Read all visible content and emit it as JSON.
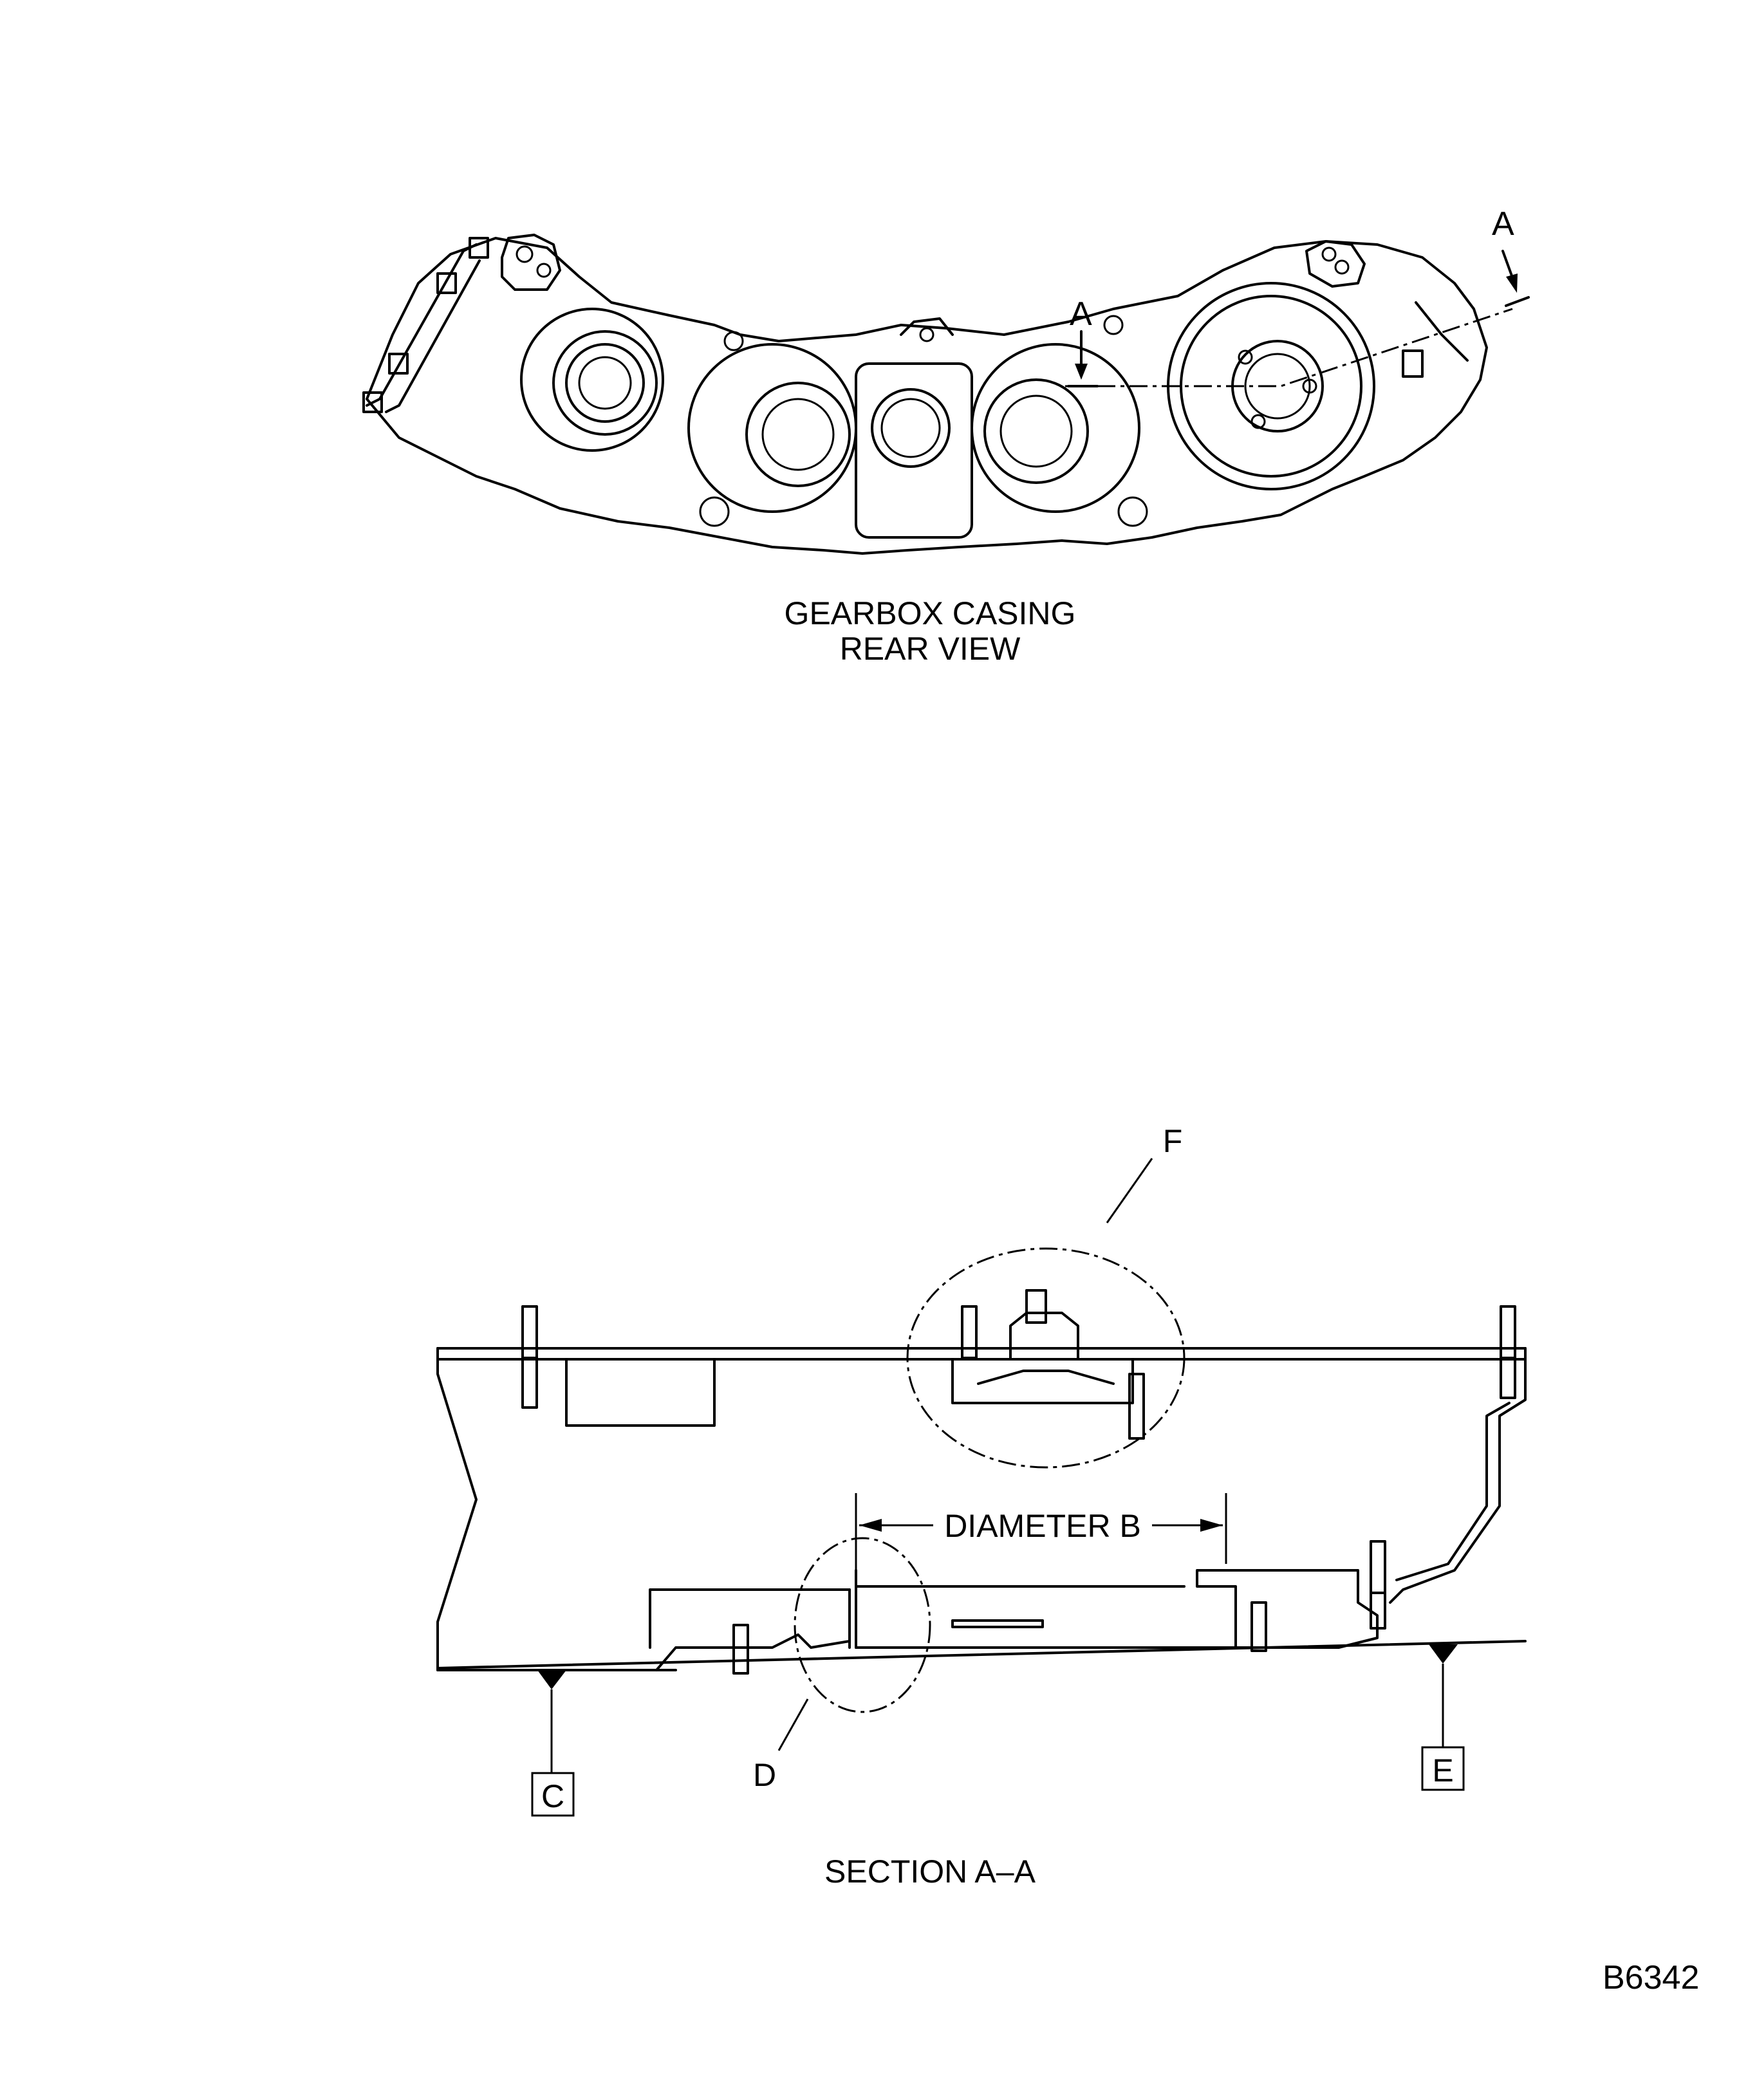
{
  "top_view": {
    "caption_line1": "GEARBOX CASING",
    "caption_line2": "REAR VIEW",
    "section_mark_left": "A",
    "section_mark_right": "A"
  },
  "section_view": {
    "caption": "SECTION A–A",
    "dimension_label": "DIAMETER B",
    "detail_f": "F",
    "detail_d": "D",
    "datum_c": "C",
    "datum_e": "E"
  },
  "figure_id": "B6342"
}
